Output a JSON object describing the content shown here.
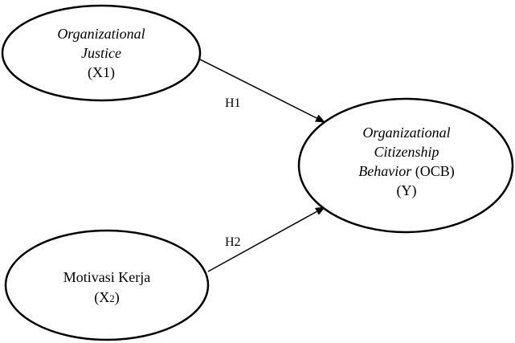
{
  "nodes": {
    "x1": {
      "line1": "Organizational",
      "line2": "Justice",
      "line3": "(X1)"
    },
    "x2": {
      "line1": "Motivasi Kerja",
      "line2_prefix": "(X",
      "line2_sub": "2",
      "line2_suffix": ")"
    },
    "y": {
      "line1": "Organizational",
      "line2": "Citizenship",
      "line3_italic": "Behavior",
      "line3_plain": " (OCB)",
      "line4": "(Y)"
    }
  },
  "edges": {
    "h1": {
      "label": "H1"
    },
    "h2": {
      "label": "H2"
    }
  }
}
